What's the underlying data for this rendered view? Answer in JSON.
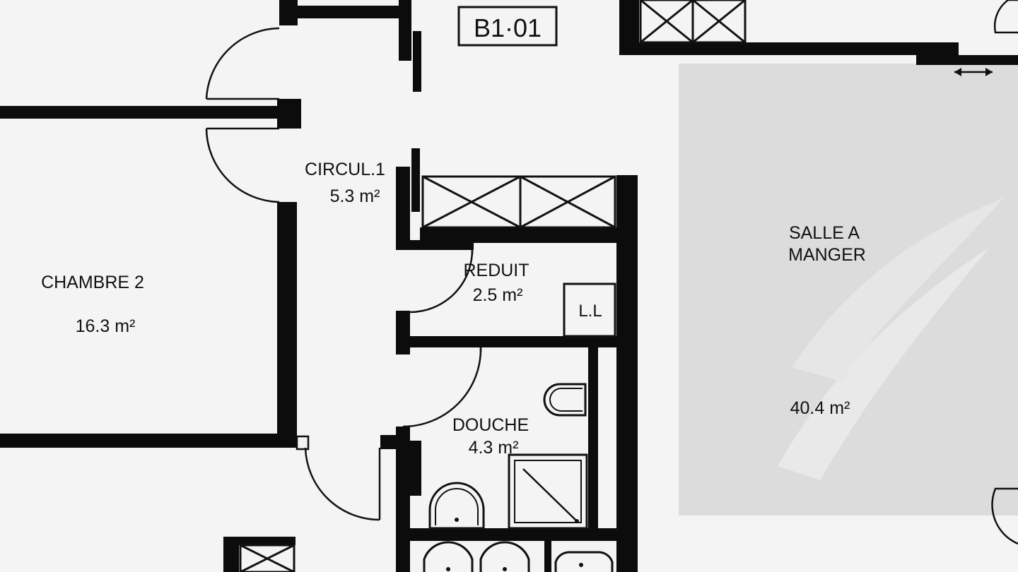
{
  "unit_id": "B1·01",
  "rooms": {
    "circulation": {
      "name": "CIRCUL.1",
      "area": "5.3 m²"
    },
    "chambre2": {
      "name": "CHAMBRE 2",
      "area": "16.3 m²"
    },
    "reduit": {
      "name": "REDUIT",
      "area": "2.5 m²"
    },
    "douche": {
      "name": "DOUCHE",
      "area": "4.3 m²"
    },
    "salle_a_manger": {
      "name_line1": "SALLE A",
      "name_line2": "MANGER",
      "area": "40.4 m²"
    }
  },
  "fixtures": {
    "laundry_label": "L.L"
  }
}
